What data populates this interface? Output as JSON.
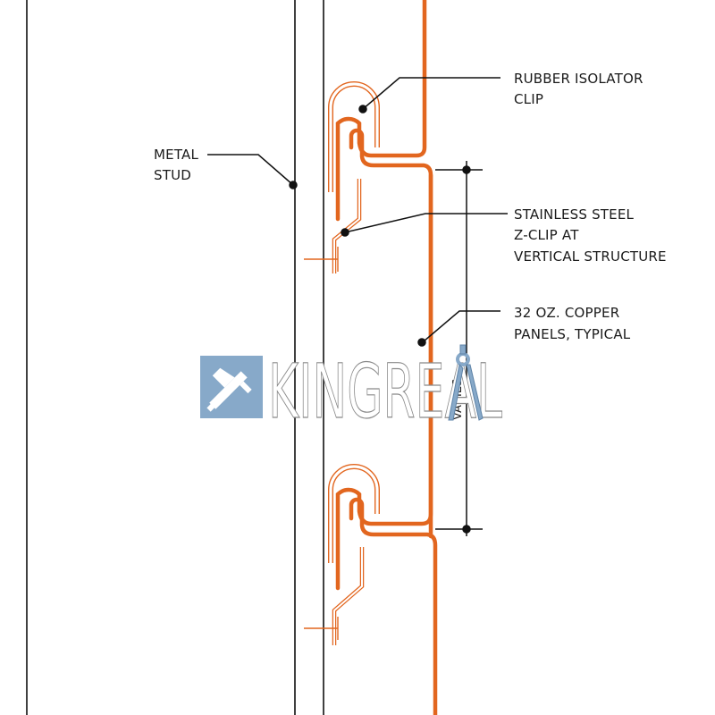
{
  "drawing": {
    "colors": {
      "copper": "#e2661f",
      "line": "#111111",
      "watermark_blue": "#87a9c9",
      "background": "#ffffff"
    },
    "callouts": {
      "rubber_isolator": [
        "RUBBER ISOLATOR",
        "CLIP"
      ],
      "metal_stud": [
        "METAL",
        "STUD"
      ],
      "z_clip": [
        "STAINLESS STEEL",
        "Z-CLIP AT",
        "VERTICAL STRUCTURE"
      ],
      "copper_panels": [
        "32 OZ. COPPER",
        "PANELS, TYPICAL"
      ]
    },
    "dimension": {
      "label": "VARIES"
    },
    "watermark": {
      "text": "KINGREAL",
      "icon": "caliper-icon",
      "compass_icon": "drafting-compass-icon"
    }
  }
}
